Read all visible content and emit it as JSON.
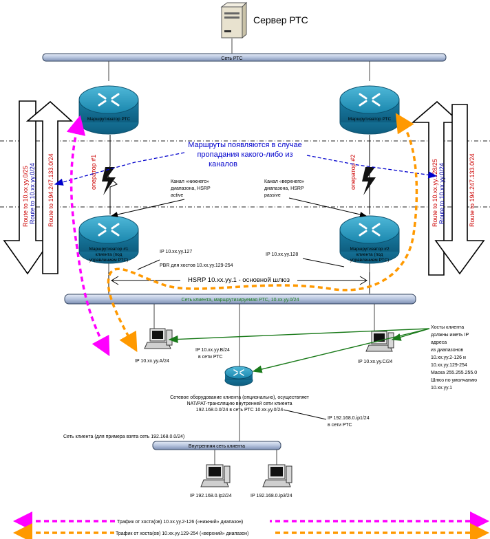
{
  "server": {
    "label": "Сервер РТС"
  },
  "rts_network": {
    "label": "Сеть РТС"
  },
  "routers": {
    "rts_left": {
      "label": "Маршрутизатор РТС"
    },
    "rts_right": {
      "label": "Маршрутизатор РТС"
    },
    "client_1": {
      "line1": "Маршрутизатор #1",
      "line2": "клиента (под",
      "line3": "управлением РТС)"
    },
    "client_2": {
      "line1": "Маршрутизатор #2",
      "line2": "клиента (под",
      "line3": "управлением РТС)"
    }
  },
  "routes_note": {
    "line1": "Маршруты появляются в случае",
    "line2": "пропадания какого-либо из",
    "line3": "каналов"
  },
  "operators": {
    "op1": "оператор #1",
    "op2": "оператор #2"
  },
  "routes_left": {
    "r1": "Route to 10.xx.yy.0/25",
    "r2": "Route to 10.xx.yy.0/24",
    "r3": "Route to 194.247.133.0/24"
  },
  "routes_right": {
    "r1": "Route to 10.xx.yy.128/25",
    "r2": "Route to 10.xx.yy.0/24",
    "r3": "Route to 194.247.133.0/24"
  },
  "channels": {
    "lower": {
      "line1": "Канал «нижнего»",
      "line2": "диапазона, HSRP",
      "line3": "active"
    },
    "upper": {
      "line1": "Канал «верхнего»",
      "line2": "диапазона, HSRP",
      "line3": "passive"
    }
  },
  "router1_info": {
    "ip": "IP 10.xx.yy.127",
    "pbr": "PBR для хостов 10.xx.yy.129-254"
  },
  "router2_info": {
    "ip": "IP 10.xx.yy.128"
  },
  "hsrp": {
    "label": "HSRP 10.xx.yy.1 - основной шлюз"
  },
  "client_network": {
    "label": "Сеть клиента, маршрутизируемая РТС, 10.xx.yy.0/24"
  },
  "hosts": {
    "a": "IP 10.xx.yy.A/24",
    "c": "IP 10.xx.yy.C/24"
  },
  "hosts_note": {
    "lines": [
      "Хосты клиента",
      "должны иметь IP",
      "адреса",
      "из диапазонов",
      "10.xx.yy.2-126 и",
      "10.xx.yy.129-254",
      "Маска 255.255.255.0",
      "Шлюз по умолчанию",
      "10.xx.yy.1"
    ]
  },
  "nat_device": {
    "ip_line1": "IP 10.xx.yy.B/24",
    "ip_line2": "в сети РТС",
    "desc1": "Сетевое оборудование клиента (опционально), осуществляет",
    "desc2": "NAT/PAT-трансляцию внутренней сети клиента",
    "desc3": "192.168.0.0/24 в сеть РТС 10.xx.yy.0/24",
    "inner_ip1": "IP 192.168.0.ip1/24",
    "inner_ip2": "в сети РТС"
  },
  "client_internal": {
    "example": "Сеть клиента (для примера взята сеть 192.168.0.0/24)",
    "bus": "Внутренняя сеть клиента"
  },
  "internal_hosts": {
    "p2": "IP 192.168.0.ip2/24",
    "p3": "IP 192.168.0.ip3/24"
  },
  "legend": {
    "magenta": "Трафик от хоста(ов) 10.xx.yy.2-126 («нижний» диапазон)",
    "orange": "Трафик от хоста(ов) 10.xx.yy.129-254 («верхний» диапазон)"
  },
  "colors": {
    "router_fill": "#1f8fb4",
    "bus_fill": "#b9c7df",
    "magenta": "#ff00ff",
    "orange": "#ff9900",
    "blue_dashed": "#0000cc",
    "route_red": "#cc0000",
    "route_blue": "#0000aa",
    "green": "#1a7a1a"
  }
}
